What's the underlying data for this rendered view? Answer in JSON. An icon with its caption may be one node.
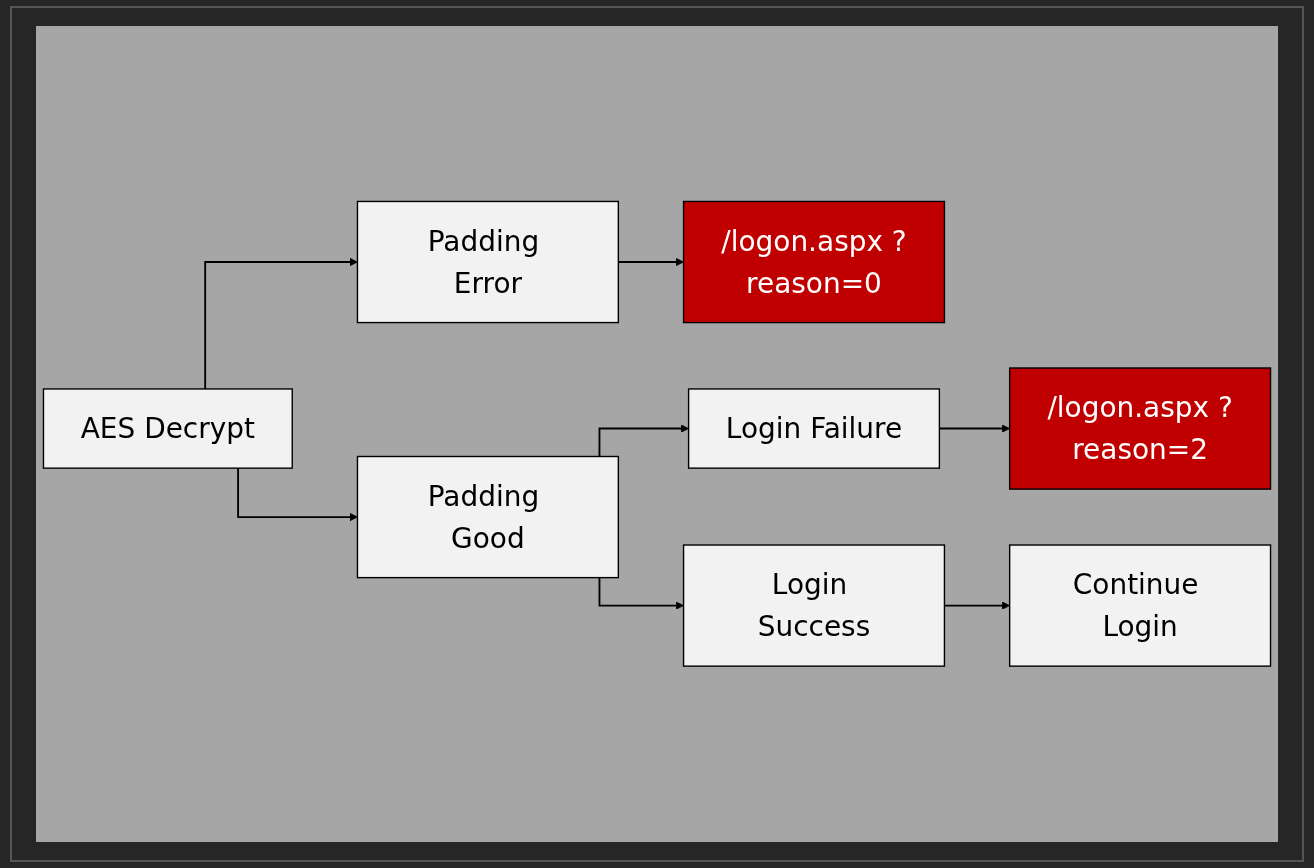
{
  "diagram": {
    "nodes": [
      {
        "text": [
          "AES Decrypt"
        ]
      },
      {
        "text": [
          "Padding Error"
        ]
      },
      {
        "text": [
          "Padding Good"
        ]
      },
      {
        "text": [
          "/logon.aspx ?reason=0"
        ]
      },
      {
        "text": [
          "Login Failure"
        ]
      },
      {
        "text": [
          "Login Success"
        ]
      },
      {
        "text": [
          "/logon.aspx ?reason=2"
        ]
      },
      {
        "text": [
          "Continue Login"
        ]
      }
    ],
    "edges": [
      {
        "from": 0,
        "to": 1,
        "arrow": "to"
      },
      {
        "from": 0,
        "to": 2,
        "arrow": "to"
      },
      {
        "from": 1,
        "to": 3,
        "arrow": "to"
      },
      {
        "from": 2,
        "to": 4,
        "arrow": "to"
      },
      {
        "from": 2,
        "to": 5,
        "arrow": "to"
      },
      {
        "from": 4,
        "to": 6,
        "arrow": "to"
      },
      {
        "from": 5,
        "to": 7,
        "arrow": "to"
      }
    ]
  }
}
